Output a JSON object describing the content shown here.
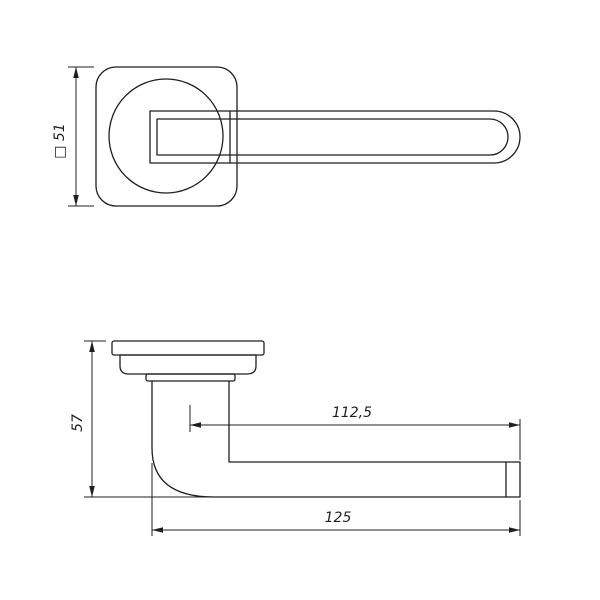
{
  "drawing": {
    "views": {
      "front": {
        "square_dimension_label": "□ 51"
      },
      "side": {
        "height_dimension_label": "57",
        "axis_length_dimension_label": "112,5",
        "total_length_dimension_label": "125"
      }
    },
    "colors": {
      "line": "#1f1f1f",
      "background": "#ffffff"
    }
  }
}
